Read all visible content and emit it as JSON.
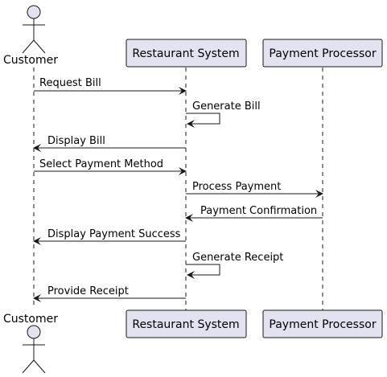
{
  "participants": {
    "customer": "Customer",
    "restaurant": "Restaurant System",
    "processor": "Payment Processor"
  },
  "messages": [
    {
      "label": "Request Bill"
    },
    {
      "label": "Generate Bill"
    },
    {
      "label": "Display Bill"
    },
    {
      "label": "Select Payment Method"
    },
    {
      "label": "Process Payment"
    },
    {
      "label": "Payment Confirmation"
    },
    {
      "label": "Display Payment Success"
    },
    {
      "label": "Generate Receipt"
    },
    {
      "label": "Provide Receipt"
    }
  ],
  "colors": {
    "participant_fill": "#E2E2F0",
    "participant_border": "#181818",
    "actor_fill": "#E2E2F0",
    "line": "#181818"
  }
}
